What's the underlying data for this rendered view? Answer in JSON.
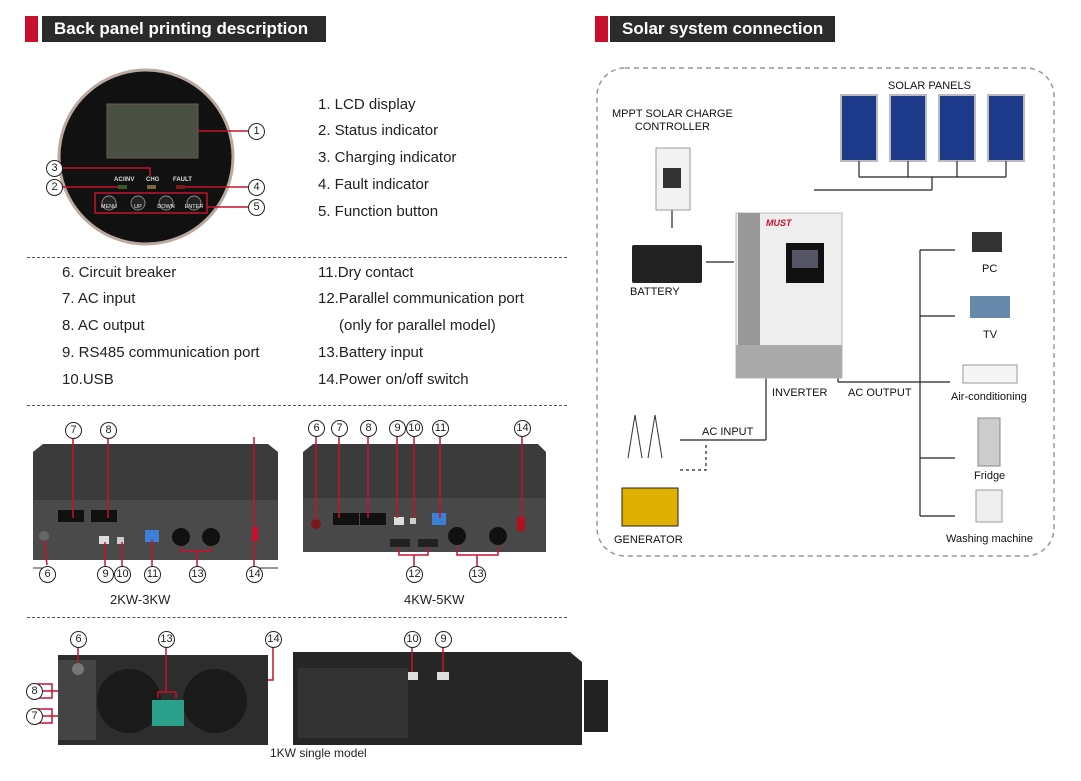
{
  "left_header": "Back panel printing description",
  "right_header": "Solar system connection",
  "lcd_panel": {
    "labels": [
      "AC/INV",
      "CHG",
      "FAULT"
    ],
    "buttons": [
      "MENU",
      "UP",
      "DOWN",
      "ENTER"
    ]
  },
  "list_top": [
    "1.  LCD display",
    "2.  Status indicator",
    "3.  Charging indicator",
    "4.  Fault indicator",
    "5.  Function button"
  ],
  "list_left": [
    "6.  Circuit breaker",
    "7.  AC input",
    "8.  AC output",
    "9.  RS485 communication port",
    "10.USB"
  ],
  "list_right": [
    "11.Dry contact",
    "12.Parallel communication port",
    "(only for parallel model)",
    "13.Battery input",
    "14.Power on/off switch"
  ],
  "callouts": [
    "1",
    "2",
    "3",
    "4",
    "5",
    "6",
    "7",
    "8",
    "9",
    "10",
    "11",
    "12",
    "13",
    "14"
  ],
  "model_labels": {
    "small": "2KW-3KW",
    "large": "4KW-5KW",
    "single": "1KW single model"
  },
  "diagram": {
    "solar_panels": "SOLAR PANELS",
    "controller": "MPPT SOLAR CHARGE\nCONTROLLER",
    "battery": "BATTERY",
    "inverter": "INVERTER",
    "ac_output": "AC OUTPUT",
    "ac_input": "AC INPUT",
    "generator": "GENERATOR",
    "loads": [
      "PC",
      "TV",
      "Air-conditioning",
      "Fridge",
      "Washing machine"
    ],
    "brand": "MUST"
  },
  "colors": {
    "accent": "#c8102e",
    "header": "#2b2b2b"
  }
}
